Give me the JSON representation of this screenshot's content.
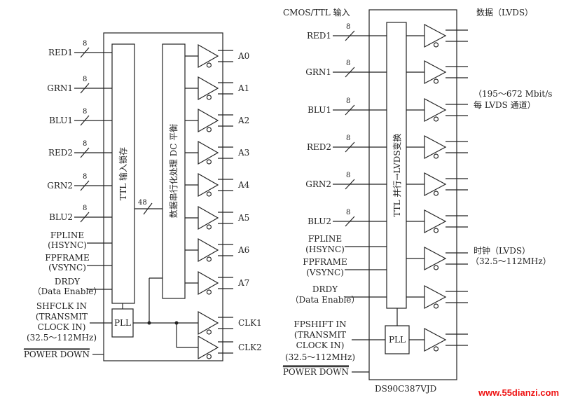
{
  "left": {
    "inputs": [
      "RED1",
      "GRN1",
      "BLU1",
      "RED2",
      "GRN2",
      "BLU2"
    ],
    "bus_width": "8",
    "latch_label": "TTL 输入锁存",
    "serializer_label": "数据串行化处理 DC 平衡",
    "internal_bus": "48",
    "fpline": [
      "FPLINE",
      "(HSYNC)"
    ],
    "fpframe": [
      "FPFRAME",
      "(VSYNC)"
    ],
    "drdy": [
      "DRDY",
      "（Data Enable）"
    ],
    "clock_in": [
      "SHFCLK IN",
      "(TRANSMIT",
      "CLOCK IN)",
      "(32.5～112MHz)"
    ],
    "pll": "PLL",
    "power_down": "POWER DOWN",
    "outputs": [
      "A0",
      "A1",
      "A2",
      "A3",
      "A4",
      "A5",
      "A6",
      "A7"
    ],
    "clk_outputs": [
      "CLK1",
      "CLK2"
    ]
  },
  "right": {
    "input_header": "CMOS/TTL 输入",
    "inputs": [
      "RED1",
      "GRN1",
      "BLU1",
      "RED2",
      "GRN2",
      "BLU2"
    ],
    "bus_width": "8",
    "converter_label": "TTL 并行→LVDS变换",
    "fpline": [
      "FPLINE",
      "(HSYNC)"
    ],
    "fpframe": [
      "FPFRAME",
      "(VSYNC)"
    ],
    "drdy": [
      "DRDY",
      "（Data Enable）"
    ],
    "clock_in": [
      "FPSHIFT IN",
      "(TRANSMIT",
      "CLOCK IN)",
      "(32.5～112MHz)"
    ],
    "pll": "PLL",
    "power_down": "POWER DOWN",
    "output_header": "数据（LVDS）",
    "data_rate": [
      "（195～672 Mbit/s",
      "每 LVDS 通道）"
    ],
    "clock_header": [
      "时钟（LVDS）",
      "（32.5～112MHz）"
    ],
    "chip_name": "DS90C387VJD"
  },
  "watermark": "www.55dianzi.com"
}
